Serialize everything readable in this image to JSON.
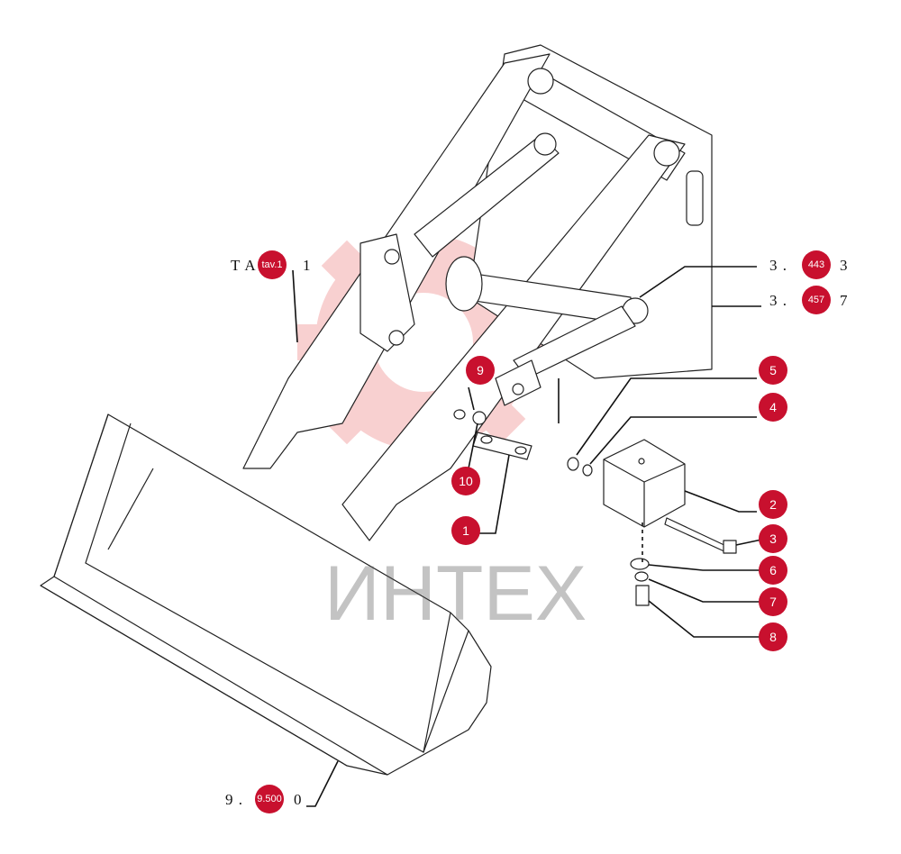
{
  "watermark": {
    "text": "ИНТЕХ",
    "color": "#f2a0a0"
  },
  "accent_color": "#c8102e",
  "references": [
    {
      "id": "ref-tav",
      "left": "T A",
      "badge": "tav.1",
      "right": "1"
    },
    {
      "id": "ref-443",
      "left": "3 .",
      "badge": "443",
      "right": "3"
    },
    {
      "id": "ref-457",
      "left": "3 .",
      "badge": "457",
      "right": "7"
    },
    {
      "id": "ref-500",
      "left": "9 .",
      "badge": "9.500",
      "right": "0"
    }
  ],
  "callouts": [
    "1",
    "2",
    "3",
    "4",
    "5",
    "6",
    "7",
    "8",
    "9",
    "10"
  ]
}
